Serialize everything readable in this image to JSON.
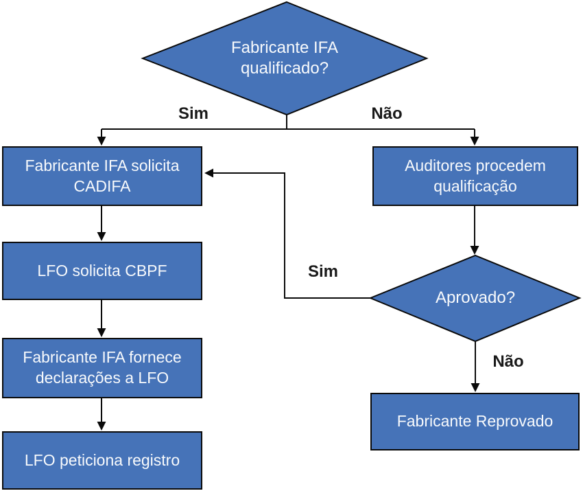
{
  "colors": {
    "shape_fill": "#4673B8",
    "shape_border": "#0a0a0a",
    "node_text": "#f8fafc",
    "connector": "#0a0a0a",
    "label_text": "#1a1a1a"
  },
  "nodes": [
    {
      "id": "decision-qualificado",
      "type": "decision",
      "label": "Fabricante IFA qualificado?"
    },
    {
      "id": "box-cadifa",
      "type": "process",
      "label": "Fabricante IFA solicita CADIFA"
    },
    {
      "id": "box-auditores",
      "type": "process",
      "label": "Auditores procedem qualificação"
    },
    {
      "id": "box-cbpf",
      "type": "process",
      "label": "LFO solicita CBPF"
    },
    {
      "id": "box-declaracoes",
      "type": "process",
      "label": "Fabricante IFA fornece declarações a LFO"
    },
    {
      "id": "box-registro",
      "type": "process",
      "label": "LFO peticiona registro"
    },
    {
      "id": "decision-aprovado",
      "type": "decision",
      "label": "Aprovado?"
    },
    {
      "id": "box-reprovado",
      "type": "process",
      "label": "Fabricante Reprovado"
    }
  ],
  "edge_labels": [
    {
      "id": "sim-top",
      "label": "Sim"
    },
    {
      "id": "nao-top",
      "label": "Não"
    },
    {
      "id": "sim-loop",
      "label": "Sim"
    },
    {
      "id": "nao-bottom",
      "label": "Não"
    }
  ]
}
